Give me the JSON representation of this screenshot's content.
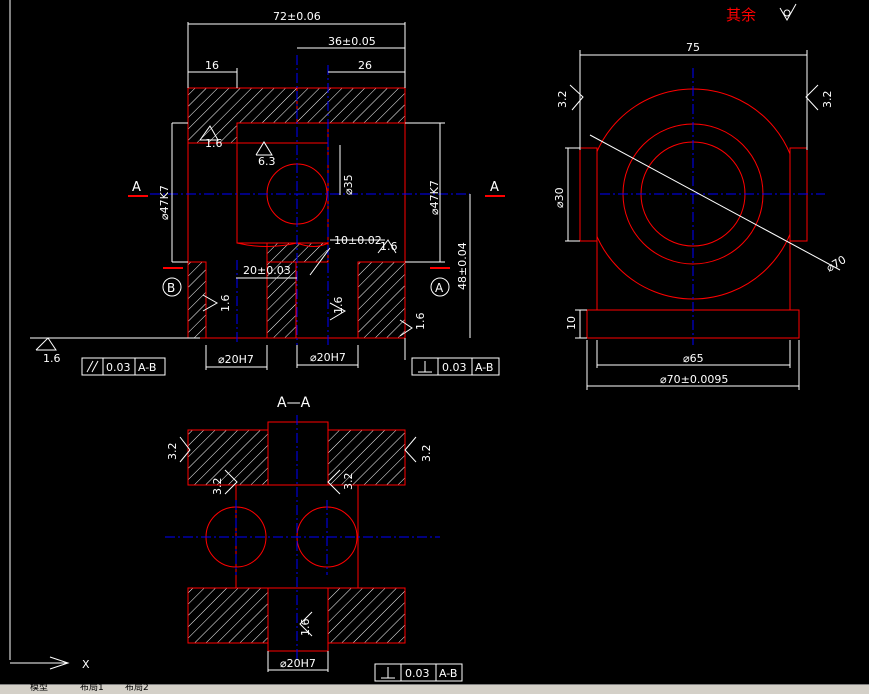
{
  "note": {
    "text": "其余",
    "symbol_value": ""
  },
  "drawing": {
    "dim_top_total": "72±0.06",
    "dim_top_right": "36±0.05",
    "dim_16": "16",
    "dim_26": "26",
    "rough_1_6_a": "1.6",
    "rough_6_3": "6.3",
    "dim_dia35": "⌀35",
    "dim_dia47_left": "⌀47K7",
    "dim_dia47_right": "⌀47K7",
    "dim_10": "10±0.02",
    "rough_1_6_b": "1.6",
    "dim_20": "20±0.03",
    "dim_48": "48±0.04",
    "rough_1_6_c": "1.6",
    "rough_1_6_d": "1.6",
    "rough_1_6_e": "1.6",
    "rough_1_6_f": "1.6",
    "section_A_left": "A",
    "section_A_right": "A",
    "datum_B": "B",
    "datum_A": "A",
    "dim_dia20_left": "⌀20H7",
    "dim_dia20_right": "⌀20H7",
    "tol_parallel_val": "0.03",
    "tol_parallel_ref": "A-B",
    "tol_perp_val": "0.03",
    "tol_perp_ref": "A-B",
    "rough_top_left": "3.2",
    "rough_top_right": "3.2",
    "dim_75": "75",
    "dim_dia30": "⌀30",
    "dim_dia70_diag": "⌀70",
    "dim_10_side": "10",
    "dim_dia65": "⌀65",
    "dim_dia70_bottom": "⌀70±0.0095",
    "section_title": "A—A",
    "rough_aa_1": "3.2",
    "rough_aa_2": "3.2",
    "rough_aa_3": "3.2",
    "rough_aa_4": "3.2",
    "rough_aa_5": "1.6",
    "dim_aa_dia20": "⌀20H7",
    "tol_aa_val": "0.03",
    "tol_aa_ref": "A-B",
    "axis_x": "X"
  },
  "tabs": [
    "模型",
    "布局1",
    "布局2"
  ],
  "colors": {
    "outline": "#ff0000",
    "dimension": "#ffffff",
    "center": "#0000ff",
    "note": "#ff0000",
    "background": "#000000"
  }
}
